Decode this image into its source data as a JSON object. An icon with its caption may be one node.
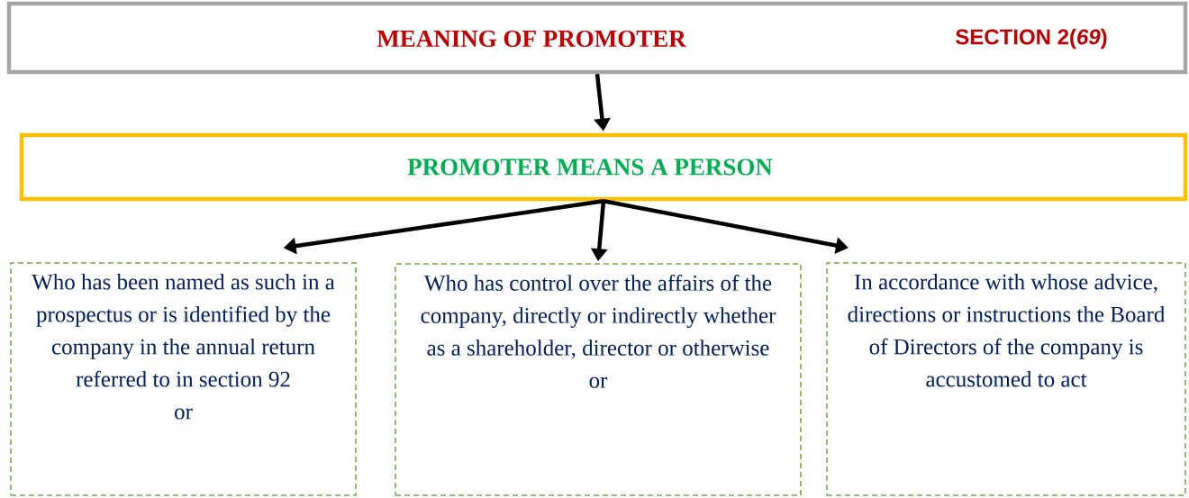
{
  "diagram": {
    "nodes": [
      {
        "text": [
          "MEANING OF PROMOTER",
          "SECTION 2(*69*)"
        ]
      },
      {
        "text": [
          "PROMOTER MEANS A PERSON"
        ]
      },
      {
        "text": [
          "Who has been named as such in a prospectus or is identified by the company in the annual return referred to in section 92",
          "or"
        ]
      },
      {
        "text": [
          "Who has control over the affairs of the company, directly or indirectly whether as a shareholder, director or otherwise",
          "or"
        ]
      },
      {
        "text": [
          "In accordance with whose advice, directions or instructions the Board of Directors of the company is accustomed to act"
        ]
      }
    ],
    "edges": [
      {
        "from": 0,
        "to": 1,
        "arrow": "to"
      },
      {
        "from": 1,
        "to": 2,
        "arrow": "to"
      },
      {
        "from": 1,
        "to": 3,
        "arrow": "to"
      },
      {
        "from": 1,
        "to": 4,
        "arrow": "to"
      }
    ]
  }
}
